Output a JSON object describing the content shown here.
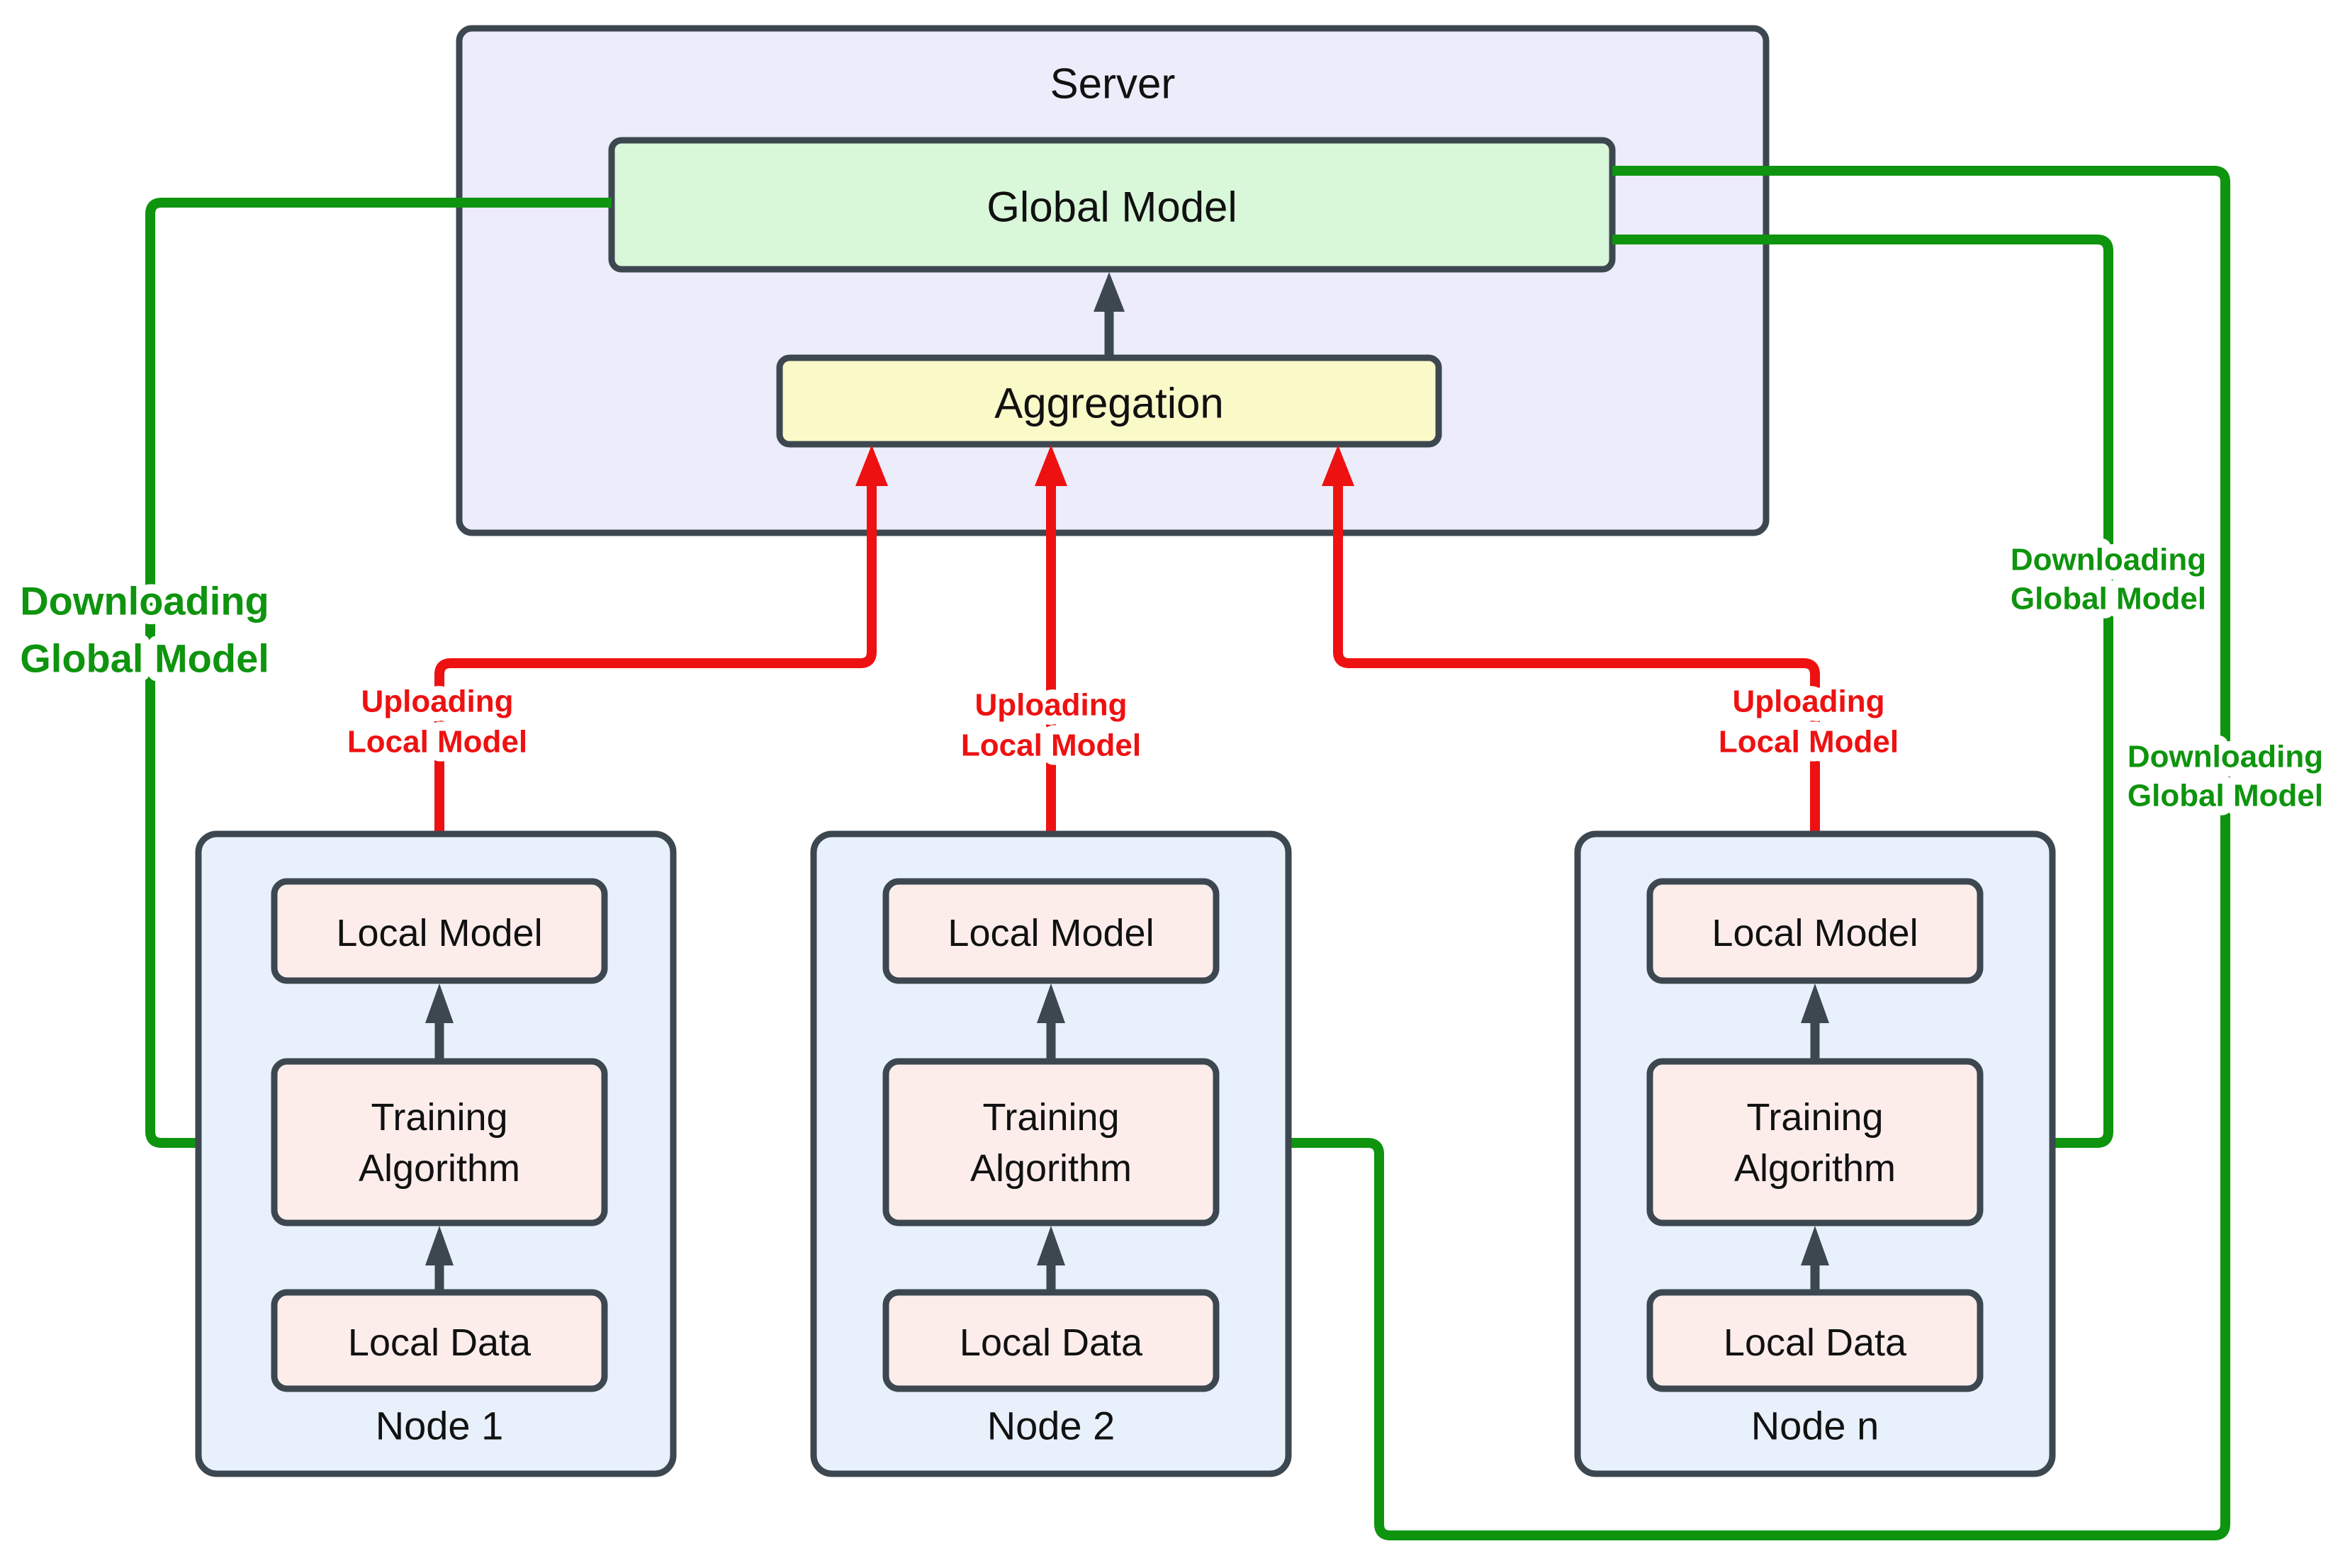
{
  "server": {
    "title": "Server",
    "global_model": "Global Model",
    "aggregation": "Aggregation"
  },
  "nodes": [
    {
      "name": "Node 1",
      "local_model": "Local Model",
      "training_line1": "Training",
      "training_line2": "Algorithm",
      "local_data": "Local Data"
    },
    {
      "name": "Node 2",
      "local_model": "Local Model",
      "training_line1": "Training",
      "training_line2": "Algorithm",
      "local_data": "Local Data"
    },
    {
      "name": "Node n",
      "local_model": "Local Model",
      "training_line1": "Training",
      "training_line2": "Algorithm",
      "local_data": "Local Data"
    }
  ],
  "edges": {
    "downloading": {
      "line1": "Downloading",
      "line2": "Global Model"
    },
    "uploading": {
      "line1": "Uploading",
      "line2": "Local Model"
    }
  },
  "colors": {
    "green": "#0E940E",
    "red": "#EE1111",
    "dark": "#3C4750",
    "server_fill": "#ECECFA",
    "global_fill": "#D9F7D9",
    "aggregation_fill": "#FAF9C8",
    "node_fill": "#E7F0FB",
    "inner_fill": "#FCEDEB",
    "text_dark": "#111111"
  }
}
